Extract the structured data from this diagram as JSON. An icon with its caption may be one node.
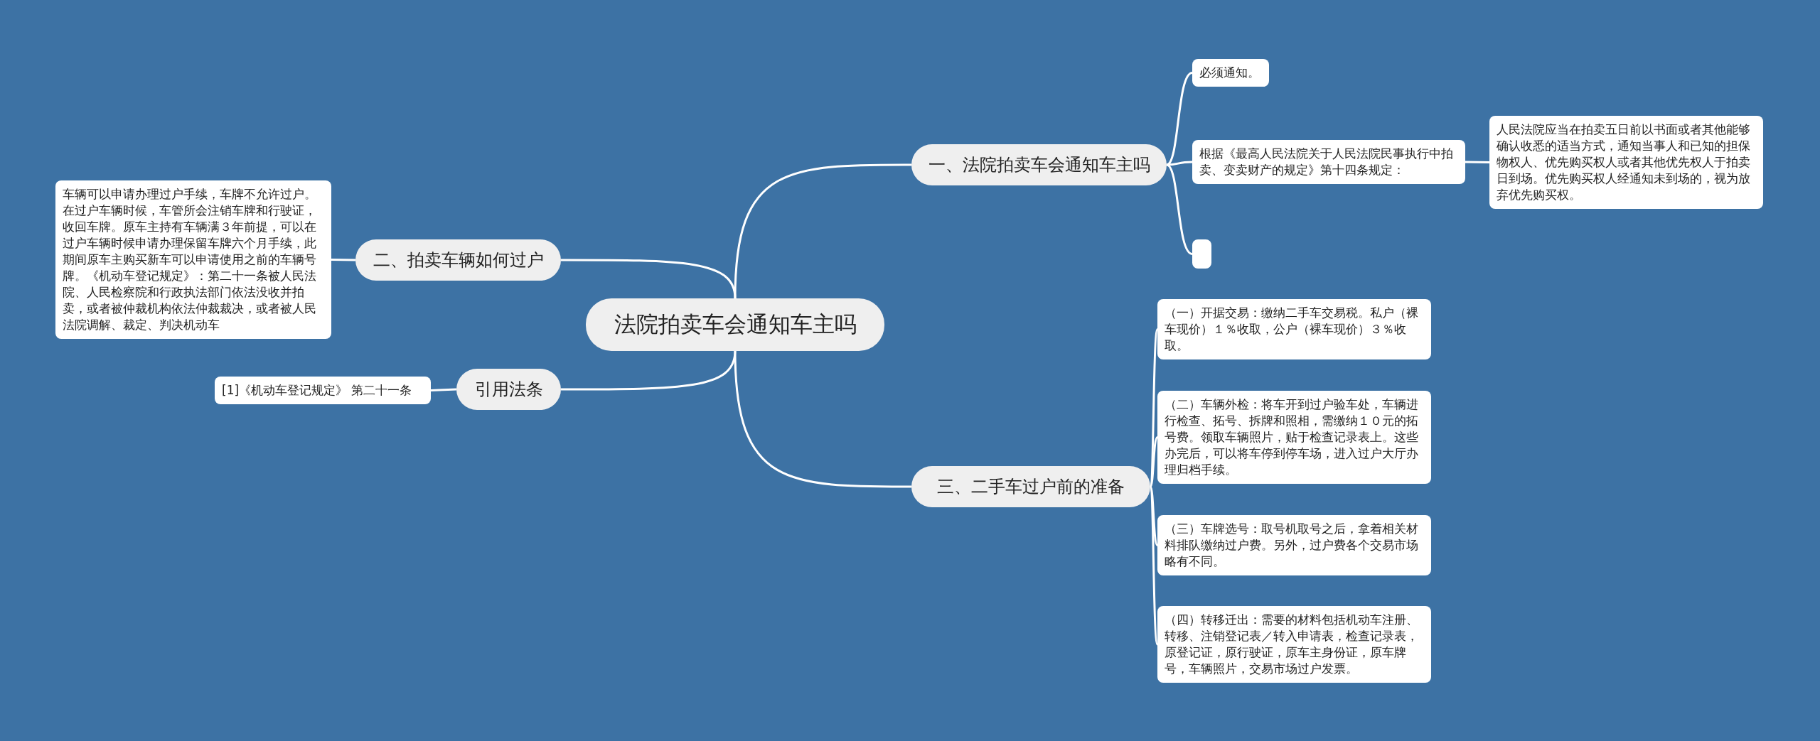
{
  "diagram": {
    "nodes": [
      {
        "text": [
          "法院拍卖车会通知车主吗"
        ]
      },
      {
        "text": [
          "一、法院拍卖车会通知车主吗"
        ]
      },
      {
        "text": [
          "必须通知。"
        ]
      },
      {
        "text": [
          "根据《最高人民法院关于人民法院民事执行中拍卖、变卖财产的规定》第十四条规定："
        ]
      },
      {
        "text": [
          "人民法院应当在拍卖五日前以书面或者其他能够确认收悉的适当方式，通知当事人和已知的担保物权人、优先购买权人或者其他优先权人于拍卖日到场。优先购买权人经通知未到场的，视为放弃优先购买权。"
        ]
      },
      {
        "text": [],
        "shape": "box"
      },
      {
        "text": [
          "二、拍卖车辆如何过户"
        ]
      },
      {
        "text": [
          "车辆可以申请办理过户手续，车牌不允许过户。在过户车辆时候，车管所会注销车牌和行驶证，收回车牌。原车主持有车辆满３年前提，可以在过户车辆时候申请办理保留车牌六个月手续，此期间原车主购买新车可以申请使用之前的车辆号牌。《机动车登记规定》：第二十一条被人民法院、人民检察院和行政执法部门依法没收并拍卖，或者被仲裁机构依法仲裁裁决，或者被人民法院调解、裁定、判决机动车"
        ]
      },
      {
        "text": [
          "引用法条"
        ]
      },
      {
        "text": [
          "[1]《机动车登记规定》 第二十一条"
        ]
      },
      {
        "text": [
          "三、二手车过户前的准备"
        ]
      },
      {
        "text": [
          "（一）开据交易：缴纳二手车交易税。私户（裸车现价）１％收取，公户（裸车现价）３％收取。"
        ]
      },
      {
        "text": [
          "（二）车辆外检：将车开到过户验车处，车辆进行检查、拓号、拆牌和照相，需缴纳１０元的拓号费。领取车辆照片，贴于检查记录表上。这些办完后，可以将车停到停车场，进入过户大厅办理归档手续。"
        ]
      },
      {
        "text": [
          "（三）车牌选号：取号机取号之后，拿着相关材料排队缴纳过户费。另外，过户费各个交易市场略有不同。"
        ]
      },
      {
        "text": [
          "（四）转移迁出：需要的材料包括机动车注册、转移、注销登记表／转入申请表，检查记录表，原登记证，原行驶证，原车主身份证，原车牌号，车辆照片，交易市场过户发票。"
        ]
      }
    ],
    "edges": [
      {
        "from": 0,
        "to": 1,
        "arrow": "none"
      },
      {
        "from": 0,
        "to": 6,
        "arrow": "none"
      },
      {
        "from": 0,
        "to": 8,
        "arrow": "none"
      },
      {
        "from": 0,
        "to": 10,
        "arrow": "none"
      },
      {
        "from": 1,
        "to": 2,
        "arrow": "none"
      },
      {
        "from": 1,
        "to": 3,
        "arrow": "none"
      },
      {
        "from": 1,
        "to": 5,
        "arrow": "none"
      },
      {
        "from": 3,
        "to": 4,
        "arrow": "none"
      },
      {
        "from": 6,
        "to": 7,
        "arrow": "none"
      },
      {
        "from": 8,
        "to": 9,
        "arrow": "none"
      },
      {
        "from": 10,
        "to": 11,
        "arrow": "none"
      },
      {
        "from": 10,
        "to": 12,
        "arrow": "none"
      },
      {
        "from": 10,
        "to": 13,
        "arrow": "none"
      },
      {
        "from": 10,
        "to": 14,
        "arrow": "none"
      }
    ]
  }
}
